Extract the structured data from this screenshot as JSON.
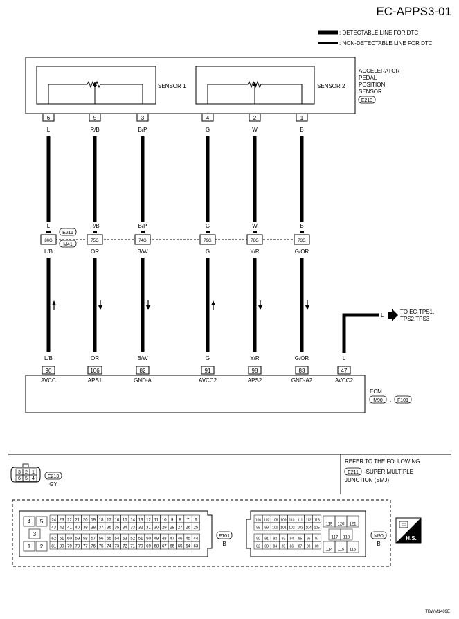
{
  "title": "EC-APPS3-01",
  "legend": {
    "detectable": ": DETECTABLE LINE FOR DTC",
    "non_detectable": ": NON-DETECTABLE LINE FOR DTC"
  },
  "sensor": {
    "name_lines": [
      "ACCELERATOR",
      "PEDAL",
      "POSITION",
      "SENSOR"
    ],
    "connector": "E213",
    "sensor1_label": "SENSOR 1",
    "sensor2_label": "SENSOR 2",
    "pins": [
      "6",
      "5",
      "3",
      "4",
      "2",
      "1"
    ]
  },
  "wires_top": [
    "L",
    "R/B",
    "B/P",
    "G",
    "W",
    "B"
  ],
  "joint": {
    "top_colors": [
      "L",
      "R/B",
      "B/P",
      "G",
      "W",
      "B"
    ],
    "terminals": [
      "80G",
      "75G",
      "74G",
      "79G",
      "78G",
      "73G"
    ],
    "connector_top": "E211",
    "connector_bottom": "M41",
    "bottom_colors": [
      "L/B",
      "OR",
      "B/W",
      "G",
      "Y/R",
      "G/OR"
    ]
  },
  "ecm": {
    "name": "ECM",
    "connectors": [
      "M90",
      "F101"
    ],
    "separator": ",",
    "wire_colors": [
      "L/B",
      "OR",
      "B/W",
      "G",
      "Y/R",
      "G/OR",
      "L"
    ],
    "pins": [
      "90",
      "106",
      "82",
      "91",
      "98",
      "83",
      "47"
    ],
    "signals": [
      "AVCC",
      "APS1",
      "GND-A",
      "AVCC2",
      "APS2",
      "GND-A2",
      "AVCC2"
    ]
  },
  "external": {
    "wire": "L",
    "target_line1": "TO EC-TPS1,",
    "target_line2": "TPS2,TPS3"
  },
  "bottom": {
    "sensor_connector": {
      "id": "E213",
      "color": "GY",
      "top_row": [
        "3",
        "2",
        "1"
      ],
      "bottom_row": [
        "6",
        "5",
        "4"
      ]
    },
    "refer": {
      "heading": "REFER TO THE FOLLOWING.",
      "connector": "E211",
      "line1": "-SUPER MULTIPLE",
      "line2": "JUNCTION (SMJ)"
    },
    "f101": {
      "id": "F101",
      "color": "B",
      "left_pins": [
        "4",
        "5",
        "3",
        "1",
        "2"
      ],
      "row1": [
        "24",
        "23",
        "22",
        "21",
        "20",
        "19",
        "18",
        "17",
        "16",
        "15",
        "14",
        "13",
        "12",
        "11",
        "10",
        "9",
        "8",
        "7",
        "6"
      ],
      "row2": [
        "43",
        "42",
        "41",
        "40",
        "39",
        "38",
        "37",
        "36",
        "35",
        "34",
        "33",
        "32",
        "31",
        "30",
        "29",
        "28",
        "27",
        "26",
        "25"
      ],
      "row3": [
        "62",
        "61",
        "60",
        "59",
        "58",
        "57",
        "56",
        "55",
        "54",
        "53",
        "52",
        "51",
        "50",
        "49",
        "48",
        "47",
        "46",
        "45",
        "44"
      ],
      "row4": [
        "81",
        "80",
        "79",
        "78",
        "77",
        "76",
        "75",
        "74",
        "73",
        "72",
        "71",
        "70",
        "69",
        "68",
        "67",
        "66",
        "65",
        "64",
        "63"
      ]
    },
    "m90": {
      "id": "M90",
      "color": "B",
      "row1": [
        "106",
        "107",
        "108",
        "109",
        "110",
        "111",
        "112",
        "113"
      ],
      "row2": [
        "98",
        "99",
        "100",
        "101",
        "102",
        "103",
        "104",
        "105"
      ],
      "row3": [
        "90",
        "91",
        "92",
        "93",
        "94",
        "95",
        "96",
        "97"
      ],
      "row4": [
        "82",
        "83",
        "84",
        "85",
        "86",
        "87",
        "88",
        "89"
      ],
      "right_top": [
        "119",
        "120",
        "121"
      ],
      "right_mid": [
        "117",
        "118"
      ],
      "right_bot": [
        "114",
        "115",
        "116"
      ]
    },
    "hs_badge": "H.S."
  },
  "figure_code": "TBWM1409E"
}
